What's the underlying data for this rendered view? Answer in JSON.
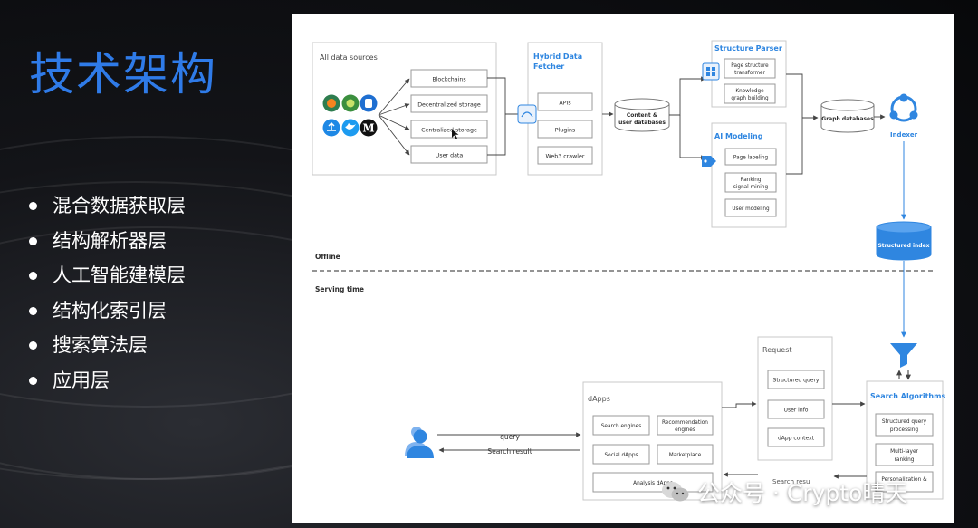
{
  "title": "技术架构",
  "layers": [
    "混合数据获取层",
    "结构解析器层",
    "人工智能建模层",
    "结构化索引层",
    "搜索算法层",
    "应用层"
  ],
  "diagram": {
    "sources": {
      "title": "All data sources",
      "items": [
        "Blockchains",
        "Decentralized storage",
        "Centralized storage",
        "User data"
      ]
    },
    "fetcher": {
      "title": [
        "Hybrid Data",
        "Fetcher"
      ],
      "items": [
        "APIs",
        "Plugins",
        "Web3 crawler"
      ]
    },
    "content_db": [
      "Content &",
      "user databases"
    ],
    "parser": {
      "title": "Structure Parser",
      "items": [
        [
          "Page structure",
          "transformer"
        ],
        [
          "Knowledge",
          "graph building"
        ]
      ]
    },
    "ai": {
      "title": "AI Modeling",
      "items": [
        [
          "Page labeling"
        ],
        [
          "Ranking",
          "signal mining"
        ],
        [
          "User modeling"
        ]
      ]
    },
    "graph_db": "Graph databases",
    "indexer": "Indexer",
    "structured_index": "Structured index",
    "offline": "Offline",
    "serving": "Serving time",
    "request": {
      "title": "Request",
      "items": [
        "Structured query",
        "User info",
        "dApp context"
      ]
    },
    "search_algos": {
      "title": "Search Algorithms",
      "items": [
        [
          "Structured query",
          "processing"
        ],
        [
          "Multi-layer",
          "ranking"
        ],
        [
          "Personalization &"
        ]
      ]
    },
    "dapps": {
      "title": "dApps",
      "items": [
        [
          "Search engines"
        ],
        [
          "Recommendation",
          "engines"
        ],
        [
          "Social dApps"
        ],
        [
          "Marketplace"
        ]
      ],
      "analysis": "Analysis dApps"
    },
    "query": "query",
    "search_result": "Search result",
    "search_result_truncated": "Search resu",
    "colors": {
      "blue": "#2f86e0",
      "box": "#c9c9c9",
      "text": "#2d2d2d"
    }
  },
  "watermark": {
    "text": "公众号 · Crypto晴天",
    "icon": "wechat-icon"
  }
}
